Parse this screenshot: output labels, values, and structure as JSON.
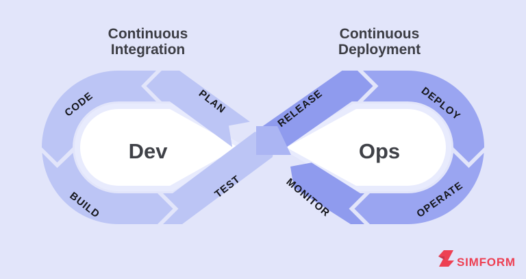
{
  "colors": {
    "background": "#e2e5fa",
    "dev_loop": "#bcc5f5",
    "ops_loop": "#9aa5f1",
    "ops_diagonal": "#8f9bee",
    "bridge": "#abb5f3",
    "inner_halo": "#e8ebfd",
    "inner_white": "#ffffff",
    "heading_text": "#3c3d44",
    "segment_label_text": "#15161b",
    "center_label_text": "#3f4147",
    "brand": "#ed4053",
    "brand_fold": "#c9364b"
  },
  "headings": {
    "ci_line1": "Continuous",
    "ci_line2": "Integration",
    "cd_line1": "Continuous",
    "cd_line2": "Deployment"
  },
  "dev_loop": {
    "center_label": "Dev",
    "plan": "PLAN",
    "code": "CODE",
    "build": "BUILD",
    "test": "TEST"
  },
  "ops_loop": {
    "center_label": "Ops",
    "release": "RELEASE",
    "deploy": "DEPLOY",
    "operate": "OPERATE",
    "monitor": "MONITOR"
  },
  "brand": {
    "name": "SIMFORM"
  }
}
